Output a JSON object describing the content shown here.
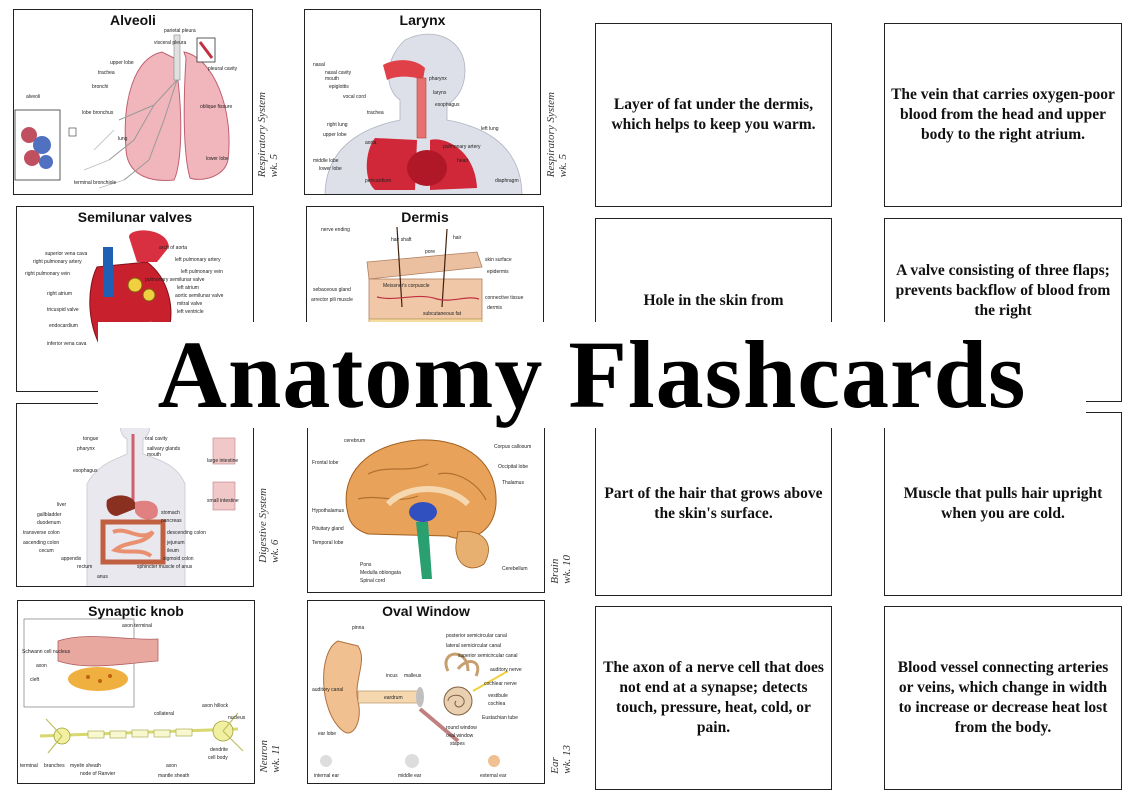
{
  "banner": {
    "title": "Anatomy Flashcards"
  },
  "image_cards": [
    {
      "title": "Alveoli"
    },
    {
      "title": "Larynx"
    },
    {
      "title": "Semilunar valves"
    },
    {
      "title": "Dermis"
    },
    {
      "title": ""
    },
    {
      "title": ""
    },
    {
      "title": "Synaptic knob"
    },
    {
      "title": "Oval Window"
    }
  ],
  "side_labels": [
    {
      "system": "Respiratory System",
      "week": "wk. 5"
    },
    {
      "system": "Respiratory System",
      "week": "wk. 5"
    },
    {
      "system": "Digestive System",
      "week": "wk. 6"
    },
    {
      "system": "Brain",
      "week": "wk. 10"
    },
    {
      "system": "Neuron",
      "week": "wk. 11"
    },
    {
      "system": "Ear",
      "week": "wk. 13"
    }
  ],
  "text_cards": [
    {
      "text": "Layer of fat under the dermis, which helps to keep you warm."
    },
    {
      "text": "The vein that carries oxygen-poor blood from the head and upper body to the right atrium."
    },
    {
      "text": "Hole in the skin from"
    },
    {
      "text": "A valve consisting of three flaps; prevents backflow of blood from the right"
    },
    {
      "text": "Part of the hair that grows above the skin's surface."
    },
    {
      "text": "Muscle that pulls hair upright when you are cold."
    },
    {
      "text": "The axon of a nerve cell that does not end at a synapse; detects touch, pressure, heat, cold, or pain."
    },
    {
      "text": "Blood vessel connecting arteries or veins, which change in width to increase or decrease heat lost from the body."
    }
  ],
  "diagram_labels": {
    "alveoli": [
      "parietal pleura",
      "visceral pleura",
      "pleural cavity",
      "upper lobe",
      "trachea",
      "bronchi",
      "alveoli",
      "lobe bronchus",
      "oblique fissure",
      "lung",
      "lower lobe",
      "terminal bronchiole"
    ],
    "larynx": [
      "nasal",
      "nasal cavity",
      "mouth",
      "epiglottis",
      "vocal cord",
      "pharynx",
      "larynx",
      "esophagus",
      "trachea",
      "right lung",
      "left lung",
      "upper lobe",
      "aorta",
      "pulmonary artery",
      "middle lobe",
      "heart",
      "lower lobe",
      "pericardium",
      "diaphragm"
    ],
    "semilunar": [
      "superior vena cava",
      "right pulmonary artery",
      "right pulmonary vein",
      "arch of aorta",
      "left pulmonary artery",
      "left pulmonary vein",
      "pulmonary semilunar valve",
      "left atrium",
      "aortic semilunar valve",
      "mitral valve",
      "left ventricle",
      "right atrium",
      "tricuspid valve",
      "endocardium",
      "inferior vena cava"
    ],
    "dermis": [
      "nerve ending",
      "hair shaft",
      "hair",
      "pore",
      "skin surface",
      "epidermis",
      "sebaceous gland",
      "arrector pili muscle",
      "Meissner's corpuscle",
      "connective tissue",
      "dermis",
      "subcutaneous fat"
    ],
    "digestive": [
      "tongue",
      "oral cavity",
      "pharynx",
      "salivary glands",
      "mouth",
      "esophagus",
      "liver",
      "gallbladder",
      "duodenum",
      "transverse colon",
      "ascending colon",
      "cecum",
      "appendix",
      "rectum",
      "anus",
      "stomach",
      "pancreas",
      "descending colon",
      "jejunum",
      "ileum",
      "sigmoid colon",
      "sphincter muscle of anus",
      "large intestine",
      "small intestine"
    ],
    "brain": [
      "cerebrum",
      "Corpus callosum",
      "Frontal lobe",
      "Occipital lobe",
      "Thalamus",
      "Hypothalamus",
      "Pituitary gland",
      "Temporal lobe",
      "Pons",
      "Medulla oblongata",
      "Spinal cord",
      "Cerebellum"
    ],
    "neuron": [
      "axon terminal",
      "Schwann cell nucleus",
      "axon",
      "cleft",
      "collateral",
      "axon hillock",
      "nucleus",
      "dendrite",
      "cell body",
      "terminal",
      "branches",
      "myelin sheath",
      "node of Ranvier",
      "axon",
      "mantle sheath"
    ],
    "ear": [
      "pinna",
      "posterior semicircular canal",
      "lateral semicircular canal",
      "superior semicircular canal",
      "auditory nerve",
      "incus",
      "malleus",
      "auditory canal",
      "eardrum",
      "cochlear nerve",
      "vestibule",
      "cochlea",
      "Eustachian tube",
      "round window",
      "oval window",
      "stapes",
      "ear lobe",
      "internal ear",
      "middle ear",
      "external ear"
    ]
  },
  "colors": {
    "card_border": "#222222",
    "tissue_pink": "#e8a0a8",
    "blood_red": "#c8102e",
    "vein_blue": "#1f5fb4",
    "skin_tan": "#e8b48a",
    "brain_orange": "#e8a25a"
  }
}
